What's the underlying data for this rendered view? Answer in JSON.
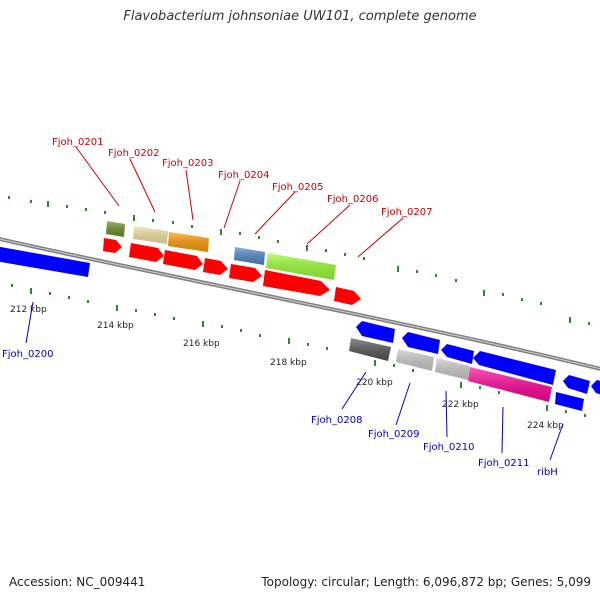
{
  "title": "Flavobacterium johnsoniae UW101, complete genome",
  "footer": {
    "accession": "Accession: NC_009441",
    "summary": "Topology: circular; Length: 6,096,872 bp; Genes: 5,099"
  },
  "scale_labels": [
    "212 kbp",
    "214 kbp",
    "216 kbp",
    "218 kbp",
    "220 kbp",
    "222 kbp",
    "224 kbp"
  ],
  "gene_labels": [
    "Fjoh_0201",
    "Fjoh_0202",
    "Fjoh_0203",
    "Fjoh_0204",
    "Fjoh_0205",
    "Fjoh_0206",
    "Fjoh_0207",
    "Fjoh_0200",
    "Fjoh_0208",
    "Fjoh_0209",
    "Fjoh_0210",
    "Fjoh_0211",
    "ribH"
  ],
  "colors": {
    "forward_cds": "#ff0000",
    "reverse_cds": "#0000ff",
    "label_forward": "#cc0000",
    "label_reverse": "#0000cc",
    "tick": "#2a8a2a",
    "backbone": "#999999"
  }
}
